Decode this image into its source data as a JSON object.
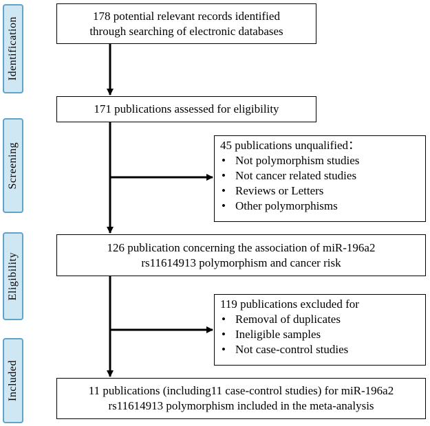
{
  "stages": {
    "identification": "Identification",
    "screening": "Screening",
    "eligibility": "Eligibility",
    "included": "Included"
  },
  "box1": {
    "line1": "178 potential relevant records identified",
    "line2": "through searching of electronic databases"
  },
  "box2": {
    "line1": "171 publications assessed for eligibility"
  },
  "box3": {
    "title": "45 publications unqualified：",
    "items": [
      "Not polymorphism studies",
      "Not cancer related studies",
      "Reviews or Letters",
      "Other polymorphisms"
    ]
  },
  "box4": {
    "line1": "126 publication concerning the association of miR-196a2",
    "line2": "rs11614913 polymorphism and cancer risk"
  },
  "box5": {
    "title": "119 publications excluded for",
    "items": [
      "Removal of duplicates",
      "Ineligible samples",
      "Not case-control studies"
    ]
  },
  "box6": {
    "line1": "11 publications (including11 case-control studies) for miR-196a2",
    "line2": "rs11614913 polymorphism included in the meta-analysis"
  }
}
